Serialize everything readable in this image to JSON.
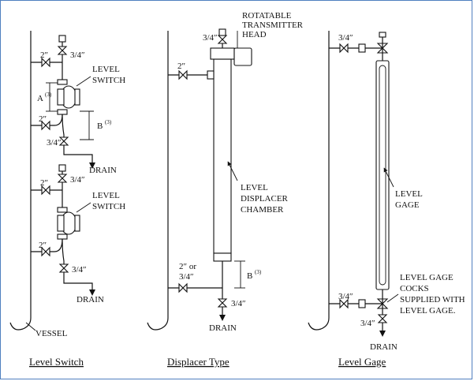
{
  "titles": {
    "level_switch": "Level Switch",
    "displacer_type": "Displacer Type",
    "level_gage": "Level Gage"
  },
  "level_switch": {
    "size_2in_top": "2″",
    "size_3_4_top": "3/4″",
    "switch_label_1a": "LEVEL",
    "switch_label_1b": "SWITCH",
    "dim_a": "A",
    "dim_a_note": "(3)",
    "dim_b": "B",
    "dim_b_note": "(3)",
    "size_2in_mid": "2″",
    "size_3_4_mid": "3/4″",
    "drain_1": "DRAIN",
    "size_2in_low": "2″",
    "size_3_4_low": "3/4″",
    "switch_label_2a": "LEVEL",
    "switch_label_2b": "SWITCH",
    "size_2in_bot": "2″",
    "size_3_4_bot": "3/4″",
    "drain_2": "DRAIN",
    "vessel": "VESSEL"
  },
  "displacer": {
    "head_1": "ROTATABLE",
    "head_2": "TRANSMITTER",
    "head_3": "HEAD",
    "size_3_4_top": "3/4″",
    "size_2in": "2″",
    "chamber_1": "LEVEL",
    "chamber_2": "DISPLACER",
    "chamber_3": "CHAMBER",
    "size_2or_a": "2″ or",
    "size_2or_b": "3/4″",
    "dim_b": "B",
    "dim_b_note": "(3)",
    "size_3_4_bot": "3/4″",
    "drain": "DRAIN"
  },
  "gage": {
    "size_3_4_top": "3/4″",
    "gage_1": "LEVEL",
    "gage_2": "GAGE",
    "cocks_1": "LEVEL GAGE",
    "cocks_2": "COCKS",
    "cocks_3": "SUPPLIED WITH",
    "cocks_4": "LEVEL GAGE.",
    "size_3_4_low": "3/4″",
    "size_3_4_bot": "3/4″",
    "drain": "DRAIN"
  }
}
